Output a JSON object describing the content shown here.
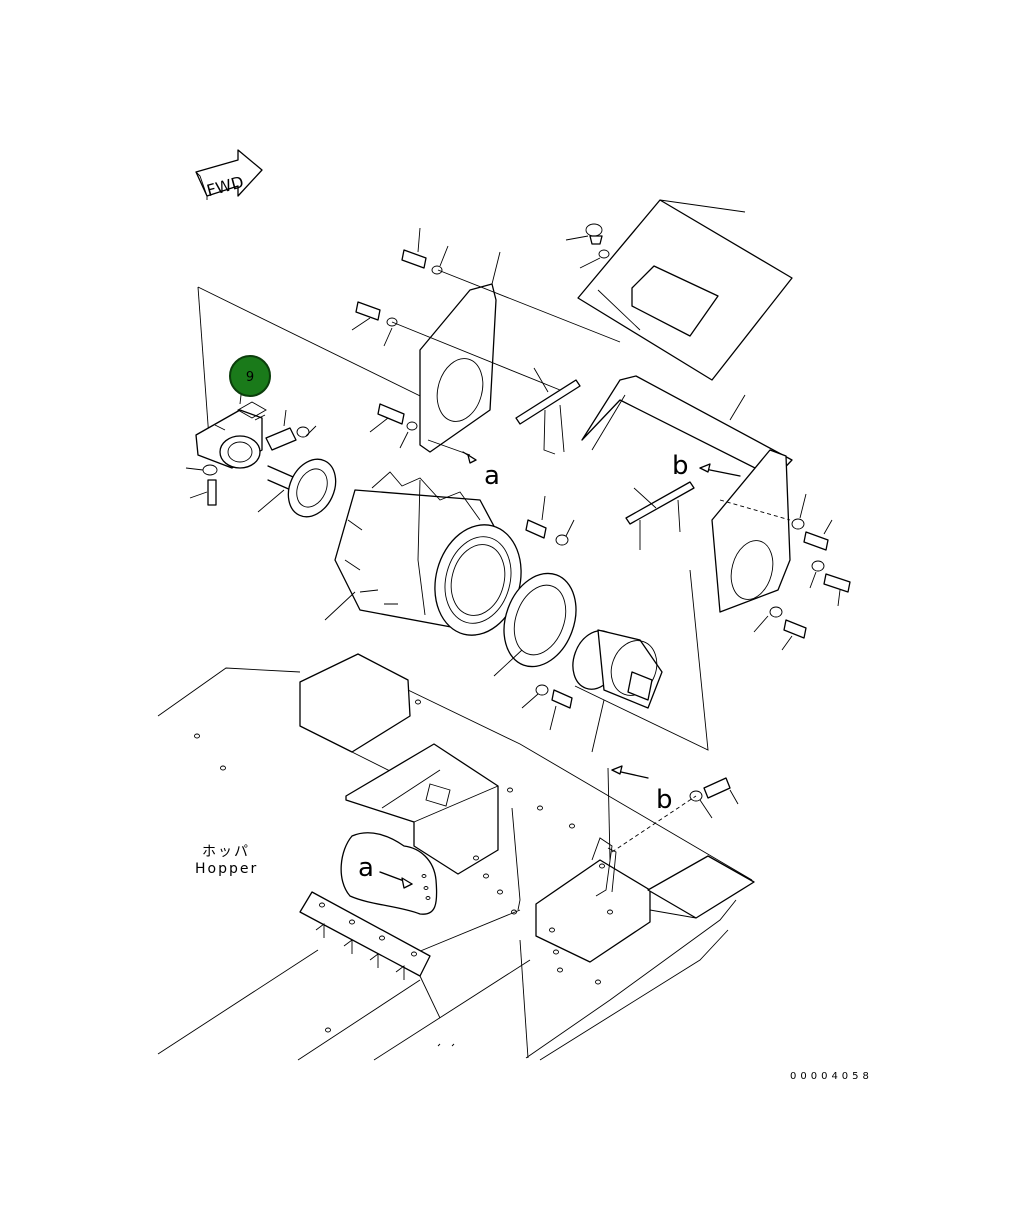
{
  "fwd_label": "FWD",
  "view_letters": {
    "a_upper": "a",
    "b_upper": "b",
    "a_lower": "a",
    "b_lower": "b"
  },
  "hopper": {
    "jp": "ホッパ",
    "en": "Hopper"
  },
  "drawing_number": "00004058",
  "callout": {
    "label": "9",
    "color": "#1a7a1a",
    "ring": "#0b3d0b"
  }
}
